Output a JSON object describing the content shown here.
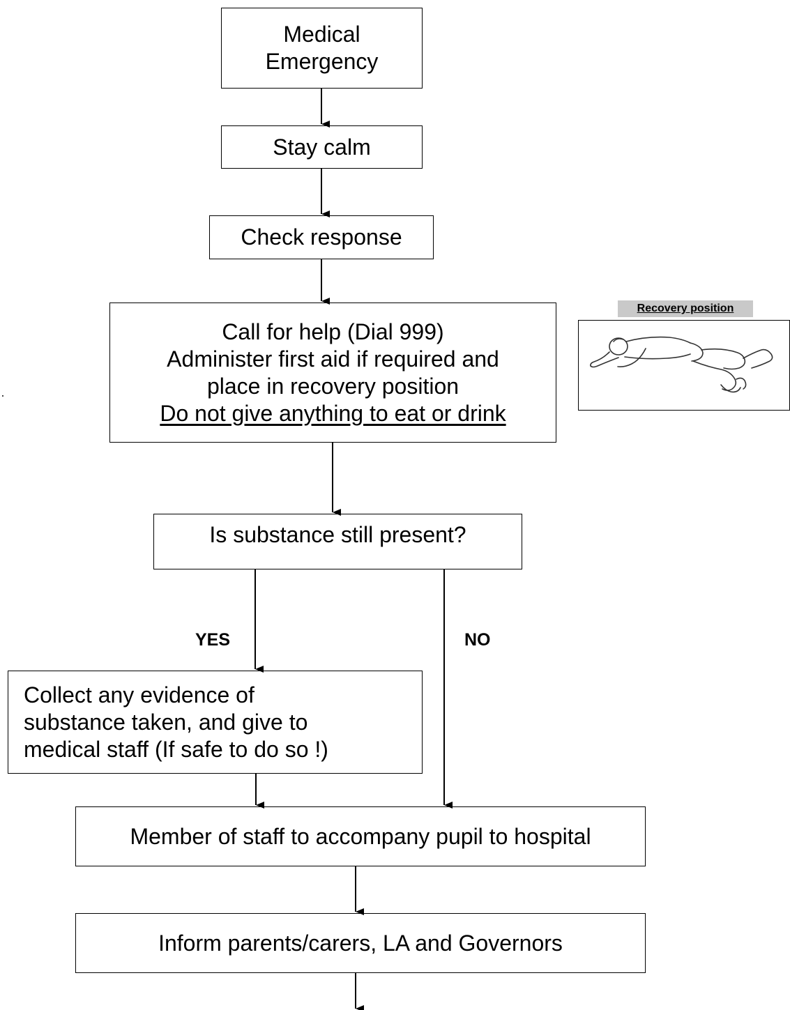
{
  "nodes": {
    "medical_emergency": {
      "lines": [
        "Medical",
        "Emergency"
      ]
    },
    "stay_calm": {
      "lines": [
        "Stay calm"
      ]
    },
    "check_response": {
      "lines": [
        "Check response"
      ]
    },
    "call_for_help": {
      "lines": [
        "Call for help (Dial 999)",
        "Administer first aid if required and",
        "place in recovery position"
      ],
      "underlined_line": "Do not give anything to eat or drink"
    },
    "substance_present": {
      "lines": [
        "Is substance still present?"
      ]
    },
    "collect_evidence": {
      "lines": [
        "Collect any evidence of",
        "substance taken, and give to",
        "medical staff (If safe to do so !)"
      ]
    },
    "accompany": {
      "lines": [
        "Member of staff to accompany pupil to hospital"
      ]
    },
    "inform": {
      "lines": [
        "Inform parents/carers, LA and Governors"
      ]
    }
  },
  "branches": {
    "yes_label": "YES",
    "no_label": "NO"
  },
  "aside": {
    "title": "Recovery position",
    "illustration_icon": "recovery-position-figure-icon"
  },
  "colors": {
    "stroke": "#000000",
    "background": "#ffffff",
    "aside_title_bg": "#c9c9c9"
  }
}
